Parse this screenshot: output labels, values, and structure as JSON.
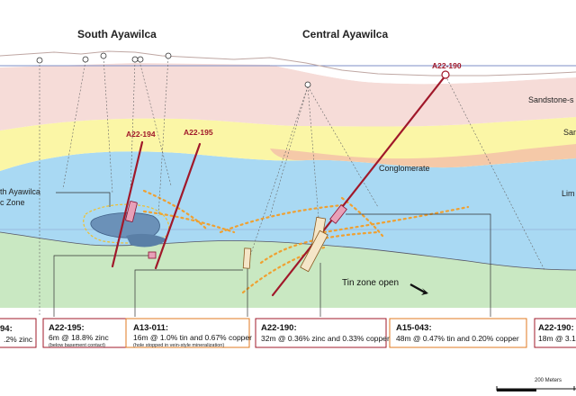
{
  "headers": {
    "south": "South Ayawilca",
    "central": "Central Ayawilca"
  },
  "layers": {
    "sandstone": "Sandstone-s",
    "sand": "San",
    "conglomerate": "Conglomerate",
    "limestone": "Lim"
  },
  "zinc_zone": {
    "line1": "th Ayawilca",
    "line2": "c Zone"
  },
  "drill_holes": {
    "a22_194": "A22-194",
    "a22_195": "A22-195",
    "a22_190": "A22-190"
  },
  "tin_zone": "Tin zone open",
  "intercepts": [
    {
      "title": "94:",
      "text": ".2% zinc",
      "note": ""
    },
    {
      "title": "A22-195:",
      "text": "6m @ 18.8% zinc",
      "note": "(below basement contact)"
    },
    {
      "title": "A13-011:",
      "text": "16m @ 1.0% tin and 0.67% copper",
      "note": "(hole stopped in vein-style mineralization)"
    },
    {
      "title": "A22-190:",
      "text": "32m @ 0.36% zinc and 0.33% copper",
      "note": ""
    },
    {
      "title": "A15-043:",
      "text": "48m @ 0.47% tin and 0.20% copper",
      "note": ""
    },
    {
      "title": "A22-190:",
      "text": "18m @ 3.1",
      "note": ""
    }
  ],
  "scale_bar": "200 Meters",
  "colors": {
    "sky": "#ffffff",
    "topo_line": "#7d8fc7",
    "sandstone": "#f6dcd8",
    "sand_yellow": "#fbf6a6",
    "conglomerate": "#f5c9a8",
    "limestone": "#a9d9f3",
    "basement": "#c9e8c2",
    "drill_red": "#a0182a",
    "dotted_orange": "#f0a030",
    "zinc_body": "#6b91b8",
    "tin_box": "#f5e6c8",
    "box_border": "#e07a20"
  }
}
